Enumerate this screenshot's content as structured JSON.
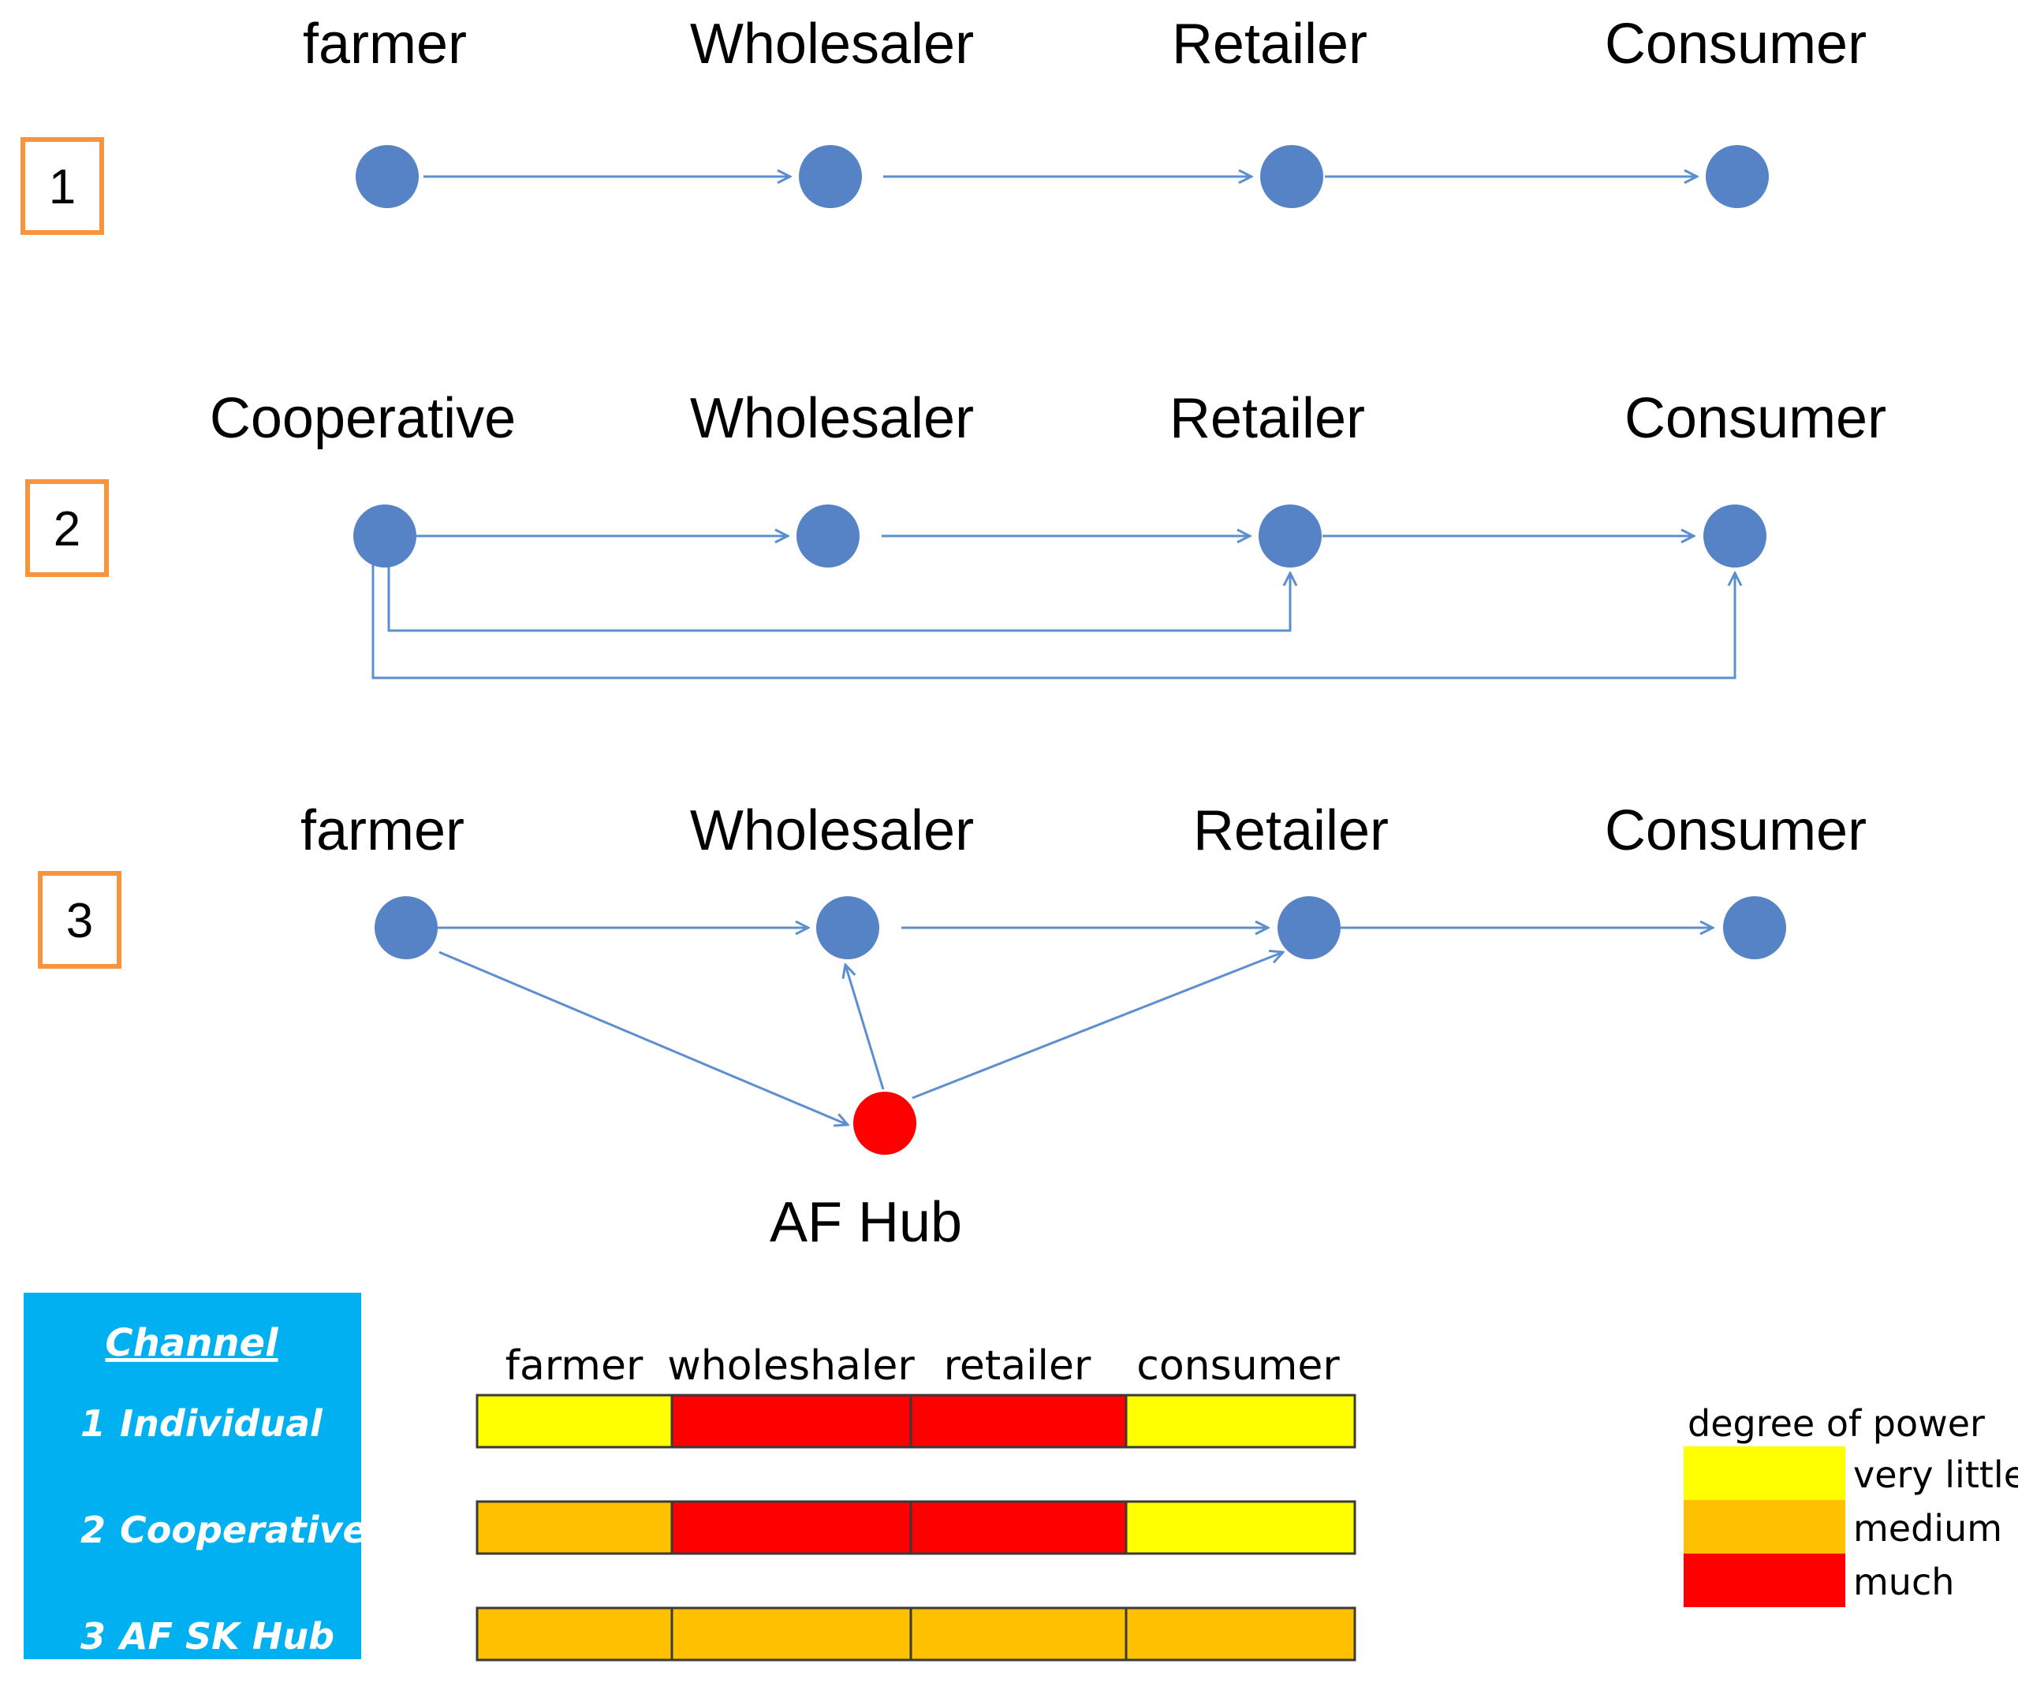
{
  "colors": {
    "node": "#5583c6",
    "hub": "#ff0000",
    "edge": "#5b8fd0",
    "badge_border": "#f7943d",
    "channel_box": "#00b0f0",
    "very_little": "#ffff00",
    "medium": "#ffc000",
    "much": "#ff0000"
  },
  "rows": [
    {
      "badge": "1",
      "labels": [
        "farmer",
        "Wholesaler",
        "Retailer",
        "Consumer"
      ]
    },
    {
      "badge": "2",
      "labels": [
        "Cooperative",
        "Wholesaler",
        "Retailer",
        "Consumer"
      ]
    },
    {
      "badge": "3",
      "labels": [
        "farmer",
        "Wholesaler",
        "Retailer",
        "Consumer"
      ],
      "hub_label": "AF Hub"
    }
  ],
  "channel_box": {
    "title": "Channel",
    "items": [
      {
        "number": "1",
        "name": "Individual"
      },
      {
        "number": "2",
        "name": "Cooperative"
      },
      {
        "number": "3",
        "name": "AF SK Hub"
      }
    ]
  },
  "power_table": {
    "headers": [
      "farmer",
      "wholeshaler",
      "retailer",
      "consumer"
    ],
    "rows": [
      [
        "very little",
        "much",
        "much",
        "very little"
      ],
      [
        "medium",
        "much",
        "much",
        "very little"
      ],
      [
        "medium",
        "medium",
        "medium",
        "medium"
      ]
    ]
  },
  "legend": {
    "title": "degree of power",
    "items": [
      {
        "label": "very little",
        "level": "very little"
      },
      {
        "label": "medium",
        "level": "medium"
      },
      {
        "label": "much",
        "level": "much"
      }
    ]
  }
}
